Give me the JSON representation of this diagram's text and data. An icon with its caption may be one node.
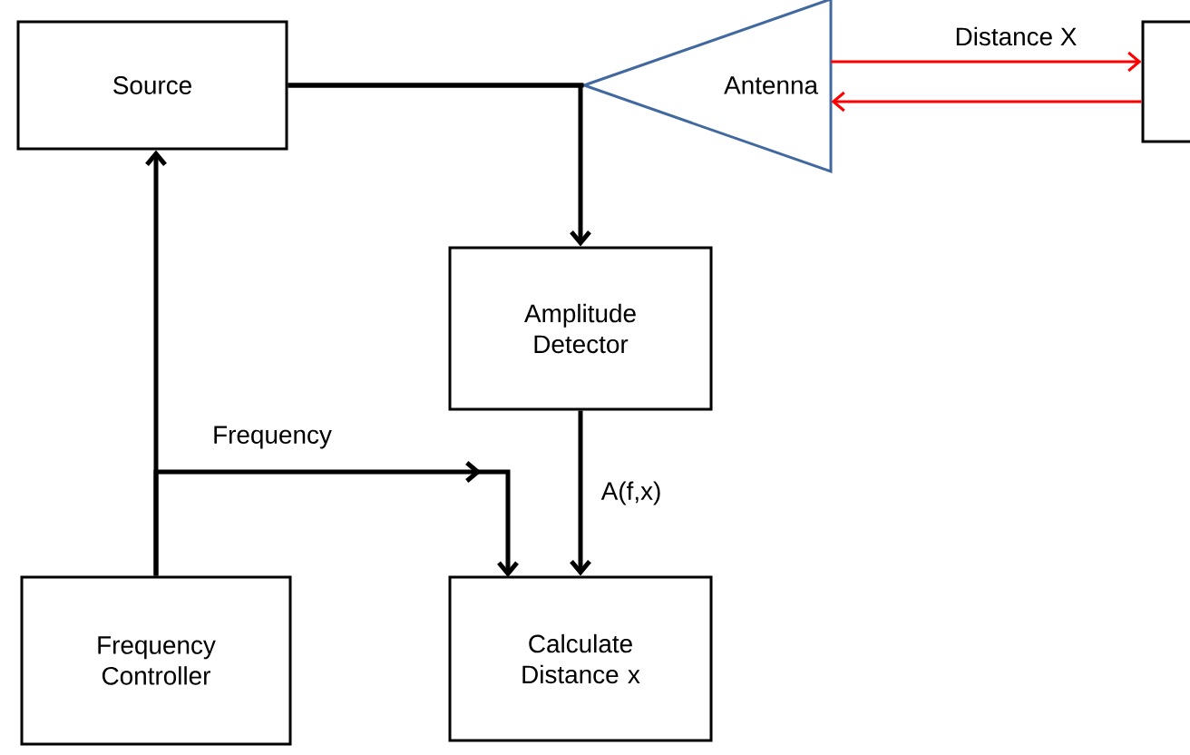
{
  "diagram": {
    "nodes": [
      {
        "text": [
          "Source"
        ]
      },
      {
        "text": [
          "Antenna"
        ]
      },
      {
        "text": [],
        "shape": "box"
      },
      {
        "text": [
          "Amplitude Detector"
        ]
      },
      {
        "text": [
          "Frequency Controller"
        ]
      },
      {
        "text": [
          "Calculate Distance x"
        ]
      }
    ],
    "edges": [
      {
        "from": 0,
        "to": 1,
        "arrow": "none"
      },
      {
        "from": 0,
        "to": 3,
        "arrow": "to"
      },
      {
        "from": 1,
        "to": 2,
        "arrow": "to",
        "label": "Distance X",
        "color": "#ff0000"
      },
      {
        "from": 2,
        "to": 1,
        "arrow": "to",
        "color": "#ff0000"
      },
      {
        "from": 4,
        "to": 0,
        "arrow": "to"
      },
      {
        "from": 4,
        "to": 5,
        "arrow": "to",
        "label": "Frequency"
      },
      {
        "from": 3,
        "to": 5,
        "arrow": "to",
        "label": "A(f,x)"
      }
    ]
  }
}
